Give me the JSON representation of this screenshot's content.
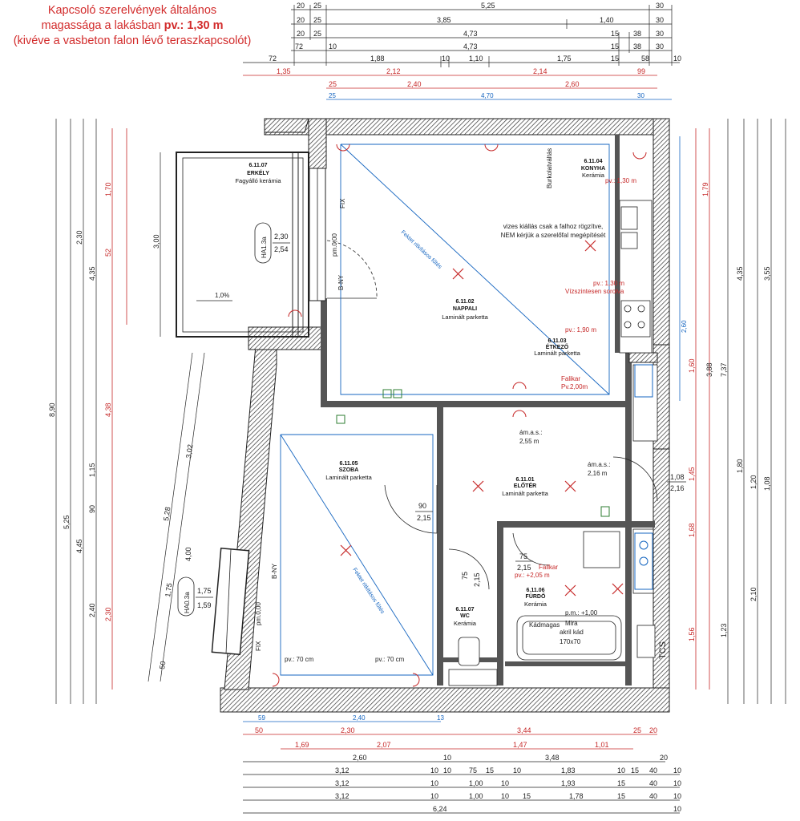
{
  "note": {
    "line1": "Kapcsoló szerelvények általános",
    "line2_pre": "magassága a lakásban ",
    "line2_bold": "pv.: 1,30 m",
    "line3": "(kivéve a vasbeton falon lévő teraszkapcsolót)"
  },
  "rooms": {
    "erkely": {
      "code": "6.11.07",
      "name": "ERKÉLY",
      "floor": "Fagyálló kerámia"
    },
    "konyha": {
      "code": "6.11.04",
      "name": "KONYHA",
      "floor": "Kerámia"
    },
    "nappali": {
      "code": "6.11.02",
      "name": "NAPPALI",
      "floor": "Laminált parketta"
    },
    "etkezo": {
      "code": "6.11.03",
      "name": "ÉTKEZŐ",
      "floor": "Laminált parketta"
    },
    "szoba": {
      "code": "6.11.05",
      "name": "SZOBA",
      "floor": "Laminált parketta"
    },
    "eloter": {
      "code": "6.11.01",
      "name": "ELŐTÉR",
      "floor": "Laminált parketta"
    },
    "furdo": {
      "code": "6.11.06",
      "name": "FÜRDŐ",
      "floor": "Kerámia"
    },
    "wc": {
      "code": "6.11.07",
      "name": "WC",
      "floor": "Kerámia"
    }
  },
  "labels": {
    "burkolatvaltas": "Burkolatváltás",
    "vizes1": "vizes kiállás csak a falhoz rögzítve,",
    "vizes2": "NEM kérjük a szerelőfal megépítését",
    "pv130a": "pv.: 1,30 m",
    "pv130b": "pv.: 1,30 m",
    "vizszint": "Vízszintesen sorolva",
    "pv190": "pv.: 1,90 m",
    "falikar1": "Falikar",
    "falikar1pv": "Pv.2,00m",
    "falikar2": "Falikar",
    "falikar2pv": "pv.: +2,05 m",
    "amas1": "ám.a.s.:",
    "amas1v": "2,55 m",
    "amas2": "ám.a.s.:",
    "amas2v": "2,16 m",
    "kad1": "Kádmagas",
    "kad2": "Mira",
    "kad3": "akril kád",
    "kad4": "170x70",
    "pm100": "p.m.: +1,00",
    "pv70a": "pv.: 70 cm",
    "pv70b": "pv.: 70 cm",
    "tcs": "TCS",
    "fix1": "FIX",
    "fix2": "FIX",
    "bny1": "B-NY",
    "bny2": "B-NY",
    "slope": "1,0%",
    "ha13": "HA1.3a",
    "ha03": "HA0.3a",
    "win1a": "2,30",
    "win1b": "2,54",
    "win2a": "1,75",
    "win2b": "1,59",
    "door1a": "90",
    "door1b": "2,15",
    "door2a": "75",
    "door2b": "2,15",
    "door3a": "75",
    "door3b": "2,15",
    "door4a": "1,08",
    "door4b": "2,16",
    "pm000a": "pm.0,00",
    "pm000b": "pm.0,00",
    "diag1": "Fektet ritkításos fűtés",
    "diag2": "Fektet ritkításos fűtés"
  },
  "dims": {
    "top": [
      [
        "20",
        "25",
        "5,25",
        "30"
      ],
      [
        "20",
        "25",
        "3,85",
        "1,40",
        "30"
      ],
      [
        "20",
        "25",
        "4,73",
        "15",
        "38",
        "30"
      ],
      [
        "72",
        "10",
        "4,73",
        "15",
        "38",
        "30"
      ],
      [
        "72",
        "1,88",
        "10",
        "1,10",
        "1,75",
        "15",
        "58",
        "10"
      ]
    ],
    "topred": [
      "1,35",
      "2,12",
      "2,14",
      "99"
    ],
    "topred2": [
      "25",
      "2,40",
      "2,60"
    ],
    "topblue": [
      "25",
      "4,70",
      "30"
    ],
    "bottomblue": [
      "59",
      "2,40",
      "13"
    ],
    "bottomred1": [
      "50",
      "2,30",
      "3,44",
      "25",
      "20"
    ],
    "bottomred2": [
      "1,69",
      "2,07",
      "1,47",
      "1,01"
    ],
    "bottom": [
      [
        "2,60",
        "10",
        "3,48",
        "20"
      ],
      [
        "3,12",
        "10",
        "10",
        "75",
        "15",
        "10",
        "1,83",
        "10",
        "15",
        "40",
        "10"
      ],
      [
        "3,12",
        "10",
        "1,00",
        "10",
        "1,93",
        "15",
        "40",
        "10"
      ],
      [
        "3,12",
        "10",
        "1,00",
        "10",
        "15",
        "1,78",
        "15",
        "40",
        "10"
      ],
      [
        "6,24",
        "10"
      ]
    ],
    "left": [
      "8,90",
      "5,25",
      "4,45",
      "4,35",
      "2,30",
      "3,00",
      "3,02",
      "5,28",
      "1,75",
      "4,00",
      "1,15",
      "90",
      "2,40",
      "50",
      "1,70",
      "52",
      "4,38",
      "2,30"
    ],
    "right": [
      "7,37",
      "4,35",
      "3,55",
      "3,88",
      "1,80",
      "1,20",
      "1,08",
      "2,10",
      "1,23",
      "1,56",
      "1,45",
      "1,68",
      "1,79",
      "1,60",
      "2,60"
    ]
  },
  "colors": {
    "red": "#c62828",
    "blue": "#1565c0",
    "dark": "#222222",
    "green": "#2e7d32"
  }
}
